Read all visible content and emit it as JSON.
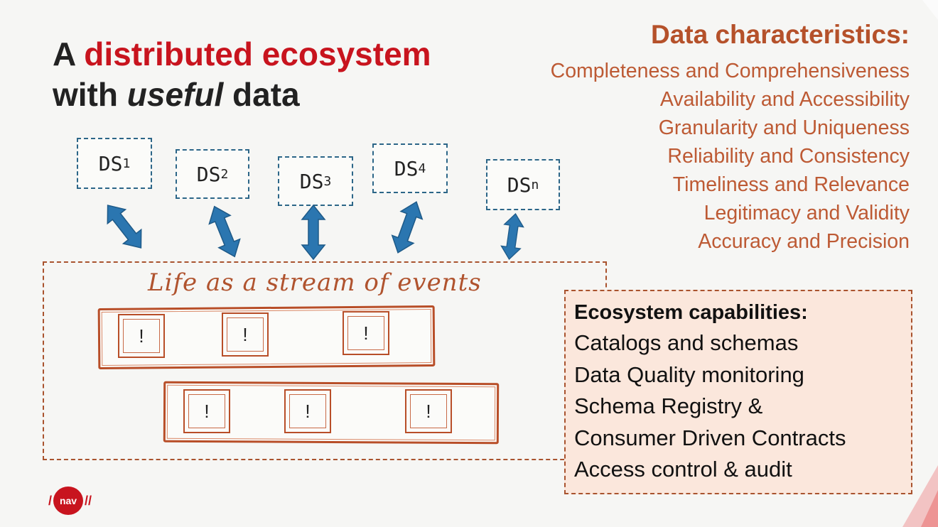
{
  "title": {
    "line1_prefix": "A",
    "line1_highlight": "distributed ecosystem",
    "line2_prefix": "with",
    "line2_emphasis": "useful",
    "line2_suffix": "data"
  },
  "data_characteristics": {
    "heading": "Data characteristics:",
    "items": [
      "Completeness and Comprehensiveness",
      "Availability and Accessibility",
      "Granularity and Uniqueness",
      "Reliability and Consistency",
      "Timeliness and Relevance",
      "Legitimacy and Validity",
      "Accuracy and Precision"
    ]
  },
  "data_sources": [
    {
      "label": "DS",
      "sub": "1"
    },
    {
      "label": "DS",
      "sub": "2"
    },
    {
      "label": "DS",
      "sub": "3"
    },
    {
      "label": "DS",
      "sub": "4"
    },
    {
      "label": "DS",
      "sub": "n"
    }
  ],
  "stream": {
    "title": "Life as a stream of events",
    "event_symbol": "!"
  },
  "capabilities": {
    "heading": "Ecosystem capabilities:",
    "items": [
      "Catalogs and schemas",
      "Data Quality monitoring",
      "Schema Registry &",
      "Consumer Driven Contracts",
      "Access control & audit"
    ]
  },
  "logo": {
    "text": "nav"
  },
  "colors": {
    "accent_red": "#c8141e",
    "orange": "#b5512a",
    "arrow_blue": "#2b76b0"
  }
}
